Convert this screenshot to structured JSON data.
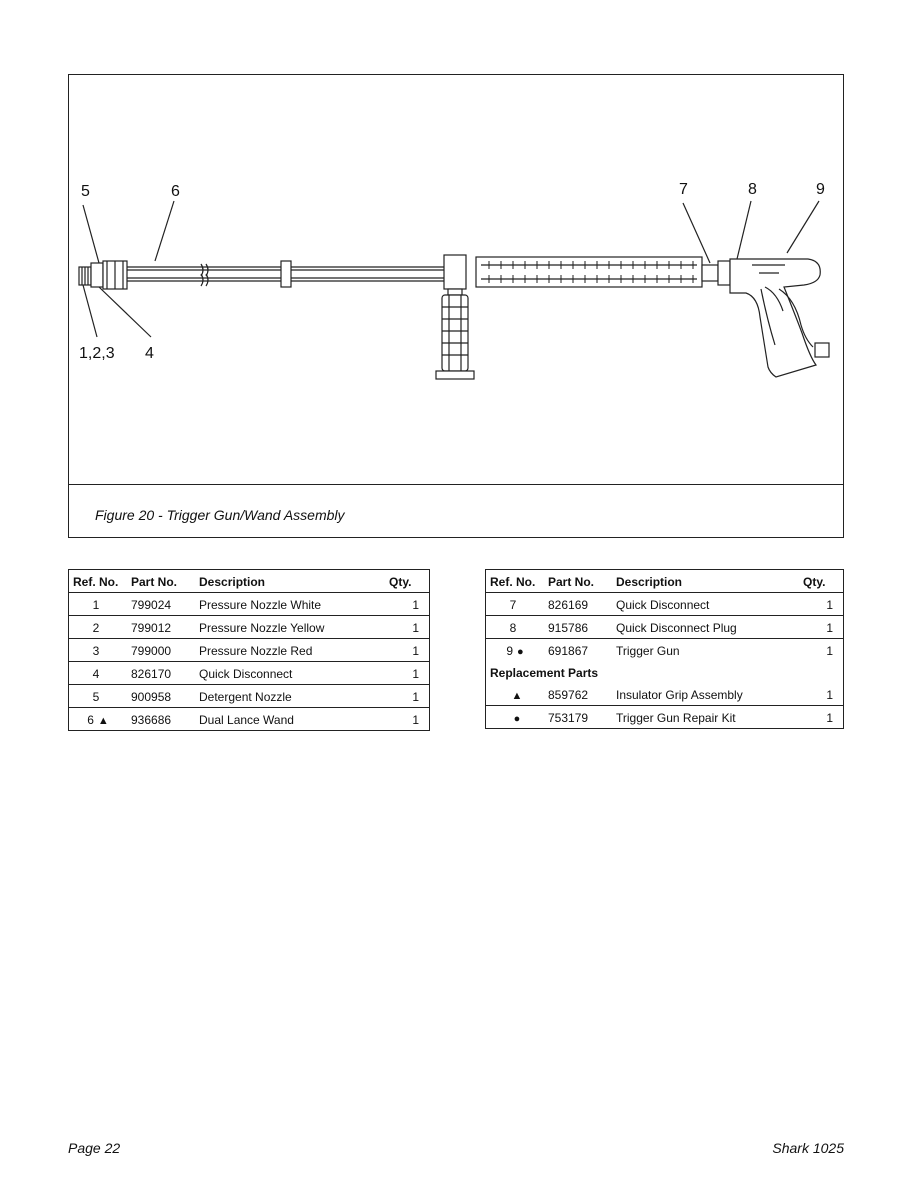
{
  "figure": {
    "caption": "Figure 20 - Trigger Gun/Wand Assembly",
    "callouts": {
      "c5": "5",
      "c6": "6",
      "c7": "7",
      "c8": "8",
      "c9": "9",
      "c123": "1,2,3",
      "c4": "4"
    }
  },
  "headers": {
    "ref": "Ref. No.",
    "part": "Part No.",
    "desc": "Description",
    "qty": "Qty."
  },
  "table_left": [
    {
      "ref": "1",
      "sym": "",
      "part": "799024",
      "desc": "Pressure Nozzle White",
      "qty": "1"
    },
    {
      "ref": "2",
      "sym": "",
      "part": "799012",
      "desc": "Pressure Nozzle Yellow",
      "qty": "1"
    },
    {
      "ref": "3",
      "sym": "",
      "part": "799000",
      "desc": "Pressure Nozzle Red",
      "qty": "1"
    },
    {
      "ref": "4",
      "sym": "",
      "part": "826170",
      "desc": "Quick Disconnect",
      "qty": "1"
    },
    {
      "ref": "5",
      "sym": "",
      "part": "900958",
      "desc": "Detergent Nozzle",
      "qty": "1"
    },
    {
      "ref": "6",
      "sym": "▲",
      "part": "936686",
      "desc": "Dual Lance Wand",
      "qty": "1"
    }
  ],
  "table_right": [
    {
      "ref": "7",
      "sym": "",
      "part": "826169",
      "desc": "Quick Disconnect",
      "qty": "1"
    },
    {
      "ref": "8",
      "sym": "",
      "part": "915786",
      "desc": "Quick Disconnect Plug",
      "qty": "1"
    },
    {
      "ref": "9",
      "sym": "●",
      "part": "691867",
      "desc": "Trigger Gun",
      "qty": "1"
    }
  ],
  "replacement": {
    "title": "Replacement Parts",
    "rows": [
      {
        "ref": "",
        "sym": "▲",
        "part": "859762",
        "desc": "Insulator Grip Assembly",
        "qty": "1"
      },
      {
        "ref": "",
        "sym": "●",
        "part": "753179",
        "desc": "Trigger Gun Repair Kit",
        "qty": "1"
      }
    ]
  },
  "footer": {
    "page": "Page 22",
    "model": "Shark 1025"
  }
}
